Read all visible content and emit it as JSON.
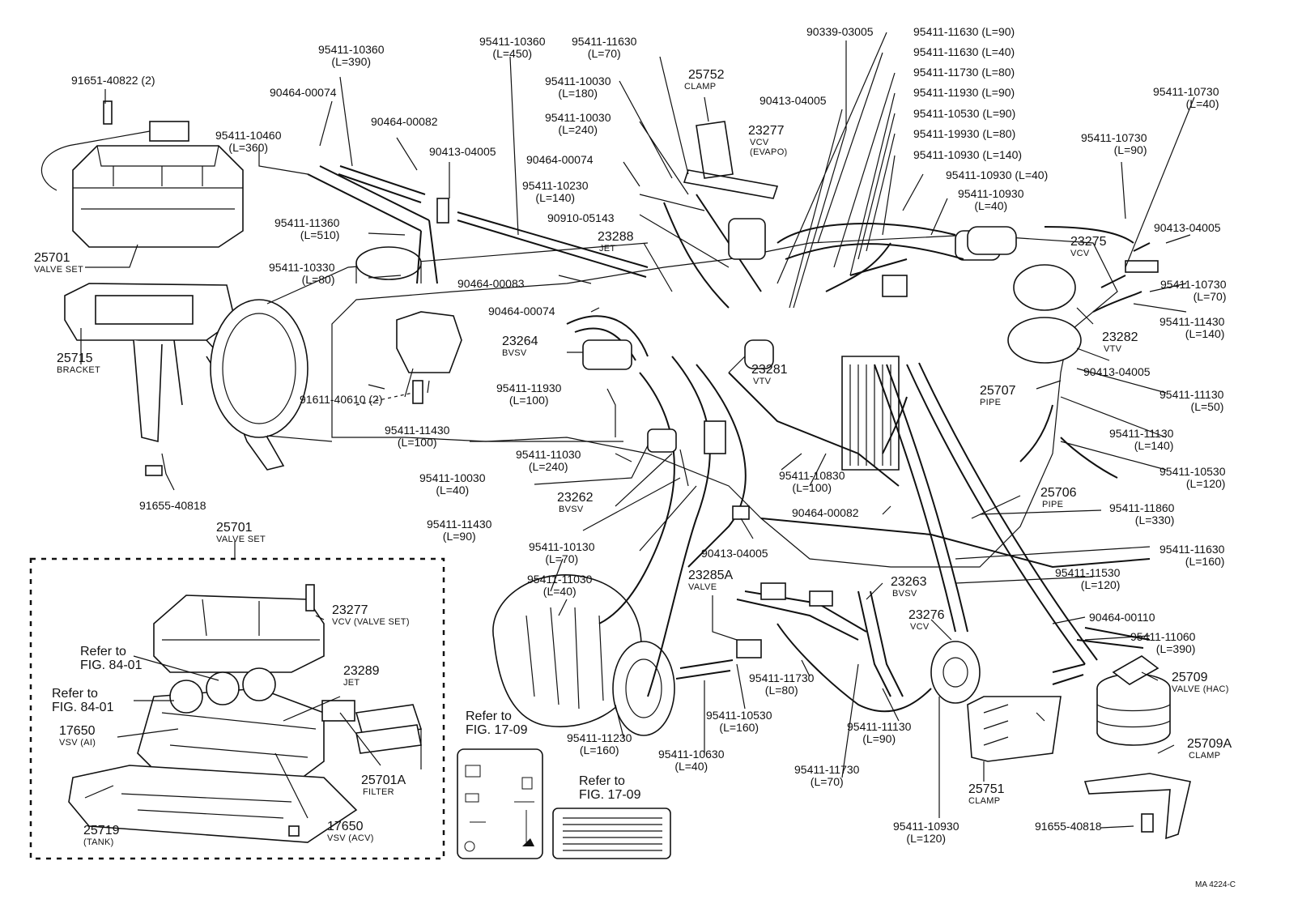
{
  "figure_code": "MA 4224-C",
  "labels": {
    "l01": "91651-40822 (2)",
    "l02": "95411-10360\n(L=390)",
    "l03": "90464-00074",
    "l04": "95411-10460\n(L=360)",
    "l05": "90464-00082",
    "l06": "90413-04005",
    "l07": "95411-11360\n(L=510)",
    "l08": "95411-10330\n(L=80)",
    "l09_num": "25701",
    "l09_sub": "VALVE SET",
    "l10_num": "25715",
    "l10_sub": "BRACKET",
    "l11": "91611-40610 (2)",
    "l12": "91655-40818",
    "l13": "95411-10360\n(L=450)",
    "l14": "95411-11630\n(L=70)",
    "l15_num": "25752",
    "l15_sub": "CLAMP",
    "l16": "95411-10030\n(L=180)",
    "l17": "95411-10030\n(L=240)",
    "l18_num": "23277",
    "l18_sub": "VCV\n(EVAPO)",
    "l19": "90464-00074",
    "l20": "95411-10230\n(L=140)",
    "l21": "90910-05143",
    "l22_num": "23288",
    "l22_sub": "JET",
    "l23": "90464-00083",
    "l24": "90464-00074",
    "l25_num": "23264",
    "l25_sub": "BVSV",
    "l26": "95411-11930\n(L=100)",
    "l27": "95411-11430\n(L=100)",
    "l28": "95411-11030\n(L=240)",
    "l29": "95411-10030\n(L=40)",
    "l30_num": "23262",
    "l30_sub": "BVSV",
    "l31": "95411-11430\n(L=90)",
    "l32": "95411-10130\n(L=70)",
    "l33_num": "23281",
    "l33_sub": "VTV",
    "l34": "90339-03005",
    "l35": "90413-04005",
    "l36": "95411-11630 (L=90)",
    "l37": "95411-11630 (L=40)",
    "l38": "95411-11730 (L=80)",
    "l39": "95411-11930 (L=90)",
    "l40": "95411-10530 (L=90)",
    "l41": "95411-19930 (L=80)",
    "l42": "95411-10930 (L=140)",
    "l43": "95411-10930 (L=40)",
    "l44": "95411-10930\n(L=40)",
    "l45": "95411-10730\n(L=40)",
    "l46": "95411-10730\n(L=90)",
    "l47": "90413-04005",
    "l48_num": "23275",
    "l48_sub": "VCV",
    "l49": "95411-10730\n(L=70)",
    "l50": "95411-11430\n(L=140)",
    "l51_num": "23282",
    "l51_sub": "VTV",
    "l52": "90413-04005",
    "l53_num": "25707",
    "l53_sub": "PIPE",
    "l54": "95411-11130\n(L=50)",
    "l55": "95411-11130\n(L=140)",
    "l56": "95411-10530\n(L=120)",
    "l57": "95411-10830\n(L=100)",
    "l58_num": "25706",
    "l58_sub": "PIPE",
    "l59": "95411-11860\n(L=330)",
    "l60": "90464-00082",
    "l61": "90413-04005",
    "l62": "95411-11630\n(L=160)",
    "l63": "95411-11530\n(L=120)",
    "l64_num": "23285A",
    "l64_sub": "VALVE",
    "l65_num": "23263",
    "l65_sub": "BVSV",
    "l66_num": "23276",
    "l66_sub": "VCV",
    "l67": "90464-00110",
    "l68": "95411-11060\n(L=390)",
    "l69_num": "25709",
    "l69_sub": "VALVE (HAC)",
    "l70_num": "25709A",
    "l70_sub": "CLAMP",
    "l71": "91655-40818",
    "l72": "95411-11030\n(L=40)",
    "l73": "95411-11730\n(L=80)",
    "l74": "95411-10530\n(L=160)",
    "l75": "95411-11130\n(L=90)",
    "l76": "95411-11230\n(L=160)",
    "l77": "95411-10630\n(L=40)",
    "l78": "95411-11730\n(L=70)",
    "l79": "95411-10930\n(L=120)",
    "l80_num": "25751",
    "l80_sub": "CLAMP",
    "l81": "Refer to\nFIG. 17-09",
    "l82": "Refer to\nFIG. 17-09",
    "i01_num": "25701",
    "i01_sub": "VALVE SET",
    "i02_num": "23277",
    "i02_sub": "VCV (VALVE SET)",
    "i03": "Refer to\nFIG. 84-01",
    "i04": "Refer to\nFIG. 84-01",
    "i05_num": "23289",
    "i05_sub": "JET",
    "i06_num": "17650",
    "i06_sub": "VSV (AI)",
    "i07_num": "25701A",
    "i07_sub": "FILTER",
    "i08_num": "17650",
    "i08_sub": "VSV (ACV)",
    "i09_num": "25719",
    "i09_sub": "(TANK)"
  }
}
